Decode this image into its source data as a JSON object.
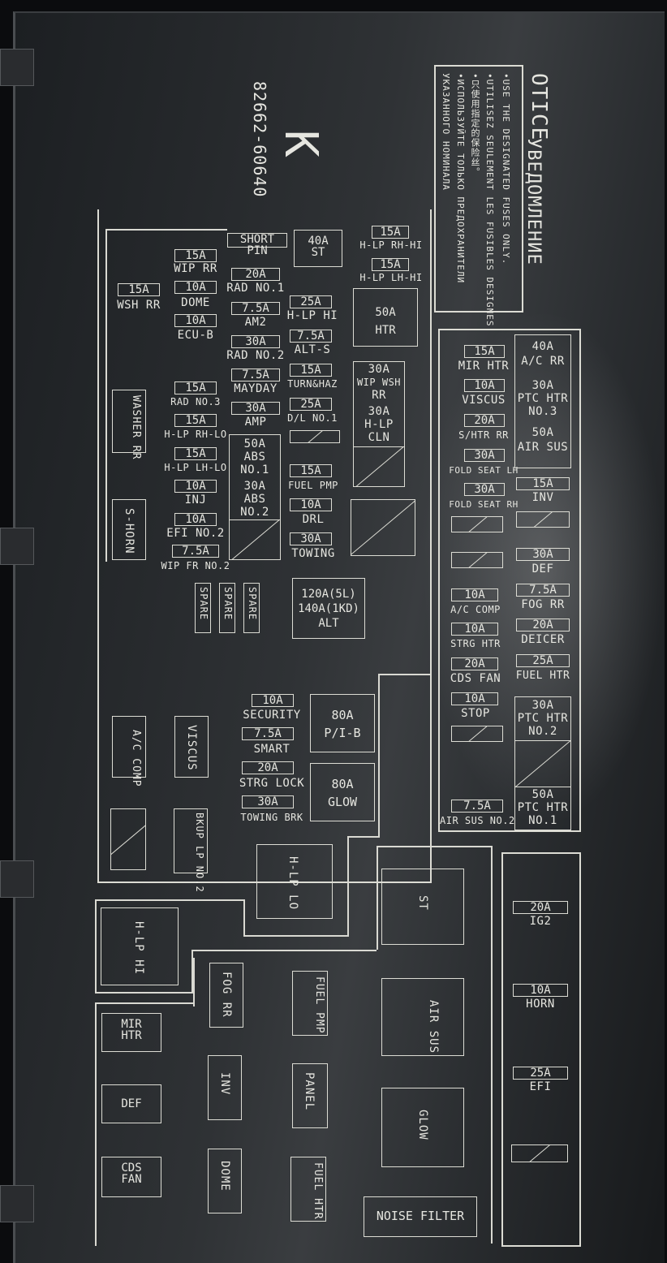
{
  "part_number": "82662-60640",
  "mark": "K",
  "notice": {
    "title": "OTICE",
    "title_ru": "УВЕДОМЛЕНИЕ",
    "lines": [
      "•USE THE DESIGNATED FUSES ONLY.",
      "•UTILISEZ SEULEMENT LES FUSIBLES DESIGNES.",
      "•只使用指定的保险丝。",
      "•ИСПОЛЬЗУЙТЕ ТОЛЬКО ПРЕДОХРАНИТЕЛИ",
      "УКАЗАННОГО НОМИНАЛА"
    ]
  },
  "labels": {
    "short_pin": "SHORT PIN",
    "st40": "40A",
    "st40b": "ST",
    "hlp_rh_hi_a": "15A",
    "hlp_rh_hi": "H-LP RH-HI",
    "hlp_lh_hi_a": "15A",
    "hlp_lh_hi": "H-LP LH-HI",
    "wip_rr_a": "15A",
    "wip_rr": "WIP RR",
    "wsh_rr_a": "15A",
    "wsh_rr": "WSH RR",
    "dome_a": "10A",
    "dome": "DOME",
    "ecub_a": "10A",
    "ecub": "ECU-B",
    "rad1_a": "20A",
    "rad1": "RAD NO.1",
    "am2_a": "7.5A",
    "am2": "AM2",
    "rad2_a": "30A",
    "rad2": "RAD NO.2",
    "mayday_a": "7.5A",
    "mayday": "MAYDAY",
    "amp_a": "30A",
    "amp": "AMP",
    "hlphi_a": "25A",
    "hlphi": "H-LP HI",
    "alts_a": "7.5A",
    "alts": "ALT-S",
    "turn_a": "15A",
    "turn": "TURN&HAZ",
    "dl1_a": "25A",
    "dl1": "D/L NO.1",
    "htr_a": "50A",
    "htr": "HTR",
    "wipwsh_a": "30A",
    "wipwsh": "WIP WSH",
    "wipwsh2": "RR",
    "hlpcln_a": "30A",
    "hlpcln": "H-LP",
    "hlpcln2": "CLN",
    "rad3_a": "15A",
    "rad3": "RAD NO.3",
    "hlprhlo_a": "15A",
    "hlprhlo": "H-LP RH-LO",
    "hlplhlo_a": "15A",
    "hlplhlo": "H-LP LH-LO",
    "inj_a": "10A",
    "inj": "INJ",
    "efi2_a": "10A",
    "efi2": "EFI NO.2",
    "wipfr2_a": "7.5A",
    "wipfr2": "WIP FR NO.2",
    "abs1_a": "50A",
    "abs1": "ABS",
    "abs1b": "NO.1",
    "abs2_a": "30A",
    "abs2": "ABS",
    "abs2b": "NO.2",
    "fuelpmp_a": "15A",
    "fuelpmp": "FUEL PMP",
    "drl_a": "10A",
    "drl": "DRL",
    "towing_a": "30A",
    "towing": "TOWING",
    "spare": "SPARE",
    "alt_a": "120A(5L)",
    "alt_b": "140A(1KD)",
    "alt": "ALT",
    "washer_rr": "WASHER RR",
    "s_horn": "S-HORN",
    "ac_comp": "A/C COMP",
    "viscus": "VISCUS",
    "bkup": "BKUP LP NO.2",
    "security_a": "10A",
    "security": "SECURITY",
    "smart_a": "7.5A",
    "smart": "SMART",
    "strglock_a": "20A",
    "strglock": "STRG LOCK",
    "towbrk_a": "30A",
    "towbrk": "TOWING BRK",
    "pib_a": "80A",
    "pib": "P/I-B",
    "glow80_a": "80A",
    "glow80": "GLOW",
    "hlp_lo": "H-LP LO",
    "hlp_hi": "H-LP HI",
    "mirhtr_a": "15A",
    "mirhtr": "MIR HTR",
    "viscus10_a": "10A",
    "viscus10": "VISCUS",
    "shtr_a": "20A",
    "shtr": "S/HTR RR",
    "foldlh_a": "30A",
    "foldlh": "FOLD SEAT LH",
    "foldrh_a": "30A",
    "foldrh": "FOLD SEAT RH",
    "accomp_a": "10A",
    "accomp": "A/C COMP",
    "strghtr_a": "10A",
    "strghtr": "STRG HTR",
    "cdsfan_a": "20A",
    "cdsfan": "CDS FAN",
    "stop_a": "10A",
    "stop": "STOP",
    "airsus2_a": "7.5A",
    "airsus2": "AIR SUS NO.2",
    "acrr_a": "40A",
    "acrr": "A/C RR",
    "ptc3_a": "30A",
    "ptc3": "PTC HTR",
    "ptc3b": "NO.3",
    "airsus_a": "50A",
    "airsus": "AIR SUS",
    "inv_a": "15A",
    "inv": "INV",
    "def_a": "30A",
    "def": "DEF",
    "fogrr_a": "7.5A",
    "fogrr": "FOG RR",
    "deicer_a": "20A",
    "deicer": "DEICER",
    "fuelhtr_a": "25A",
    "fuelhtr": "FUEL HTR",
    "ptc2_a": "30A",
    "ptc2": "PTC HTR",
    "ptc2b": "NO.2",
    "ptc1_a": "50A",
    "ptc1": "PTC HTR",
    "ptc1b": "NO.1",
    "st": "ST",
    "air_sus": "AIR SUS",
    "glow": "GLOW",
    "noise_filter": "NOISE FILTER",
    "ig2_a": "20A",
    "ig2": "IG2",
    "horn_a": "10A",
    "horn": "HORN",
    "efi_a": "25A",
    "efi": "EFI",
    "fog_rr": "FOG RR",
    "fuel_pmp": "FUEL PMP",
    "inv_r": "INV",
    "panel": "PANEL",
    "dome_r": "DOME",
    "fuel_htr": "FUEL HTR",
    "mir_htr": "MIR HTR",
    "def_r": "DEF",
    "cds_fan": "CDS FAN"
  }
}
